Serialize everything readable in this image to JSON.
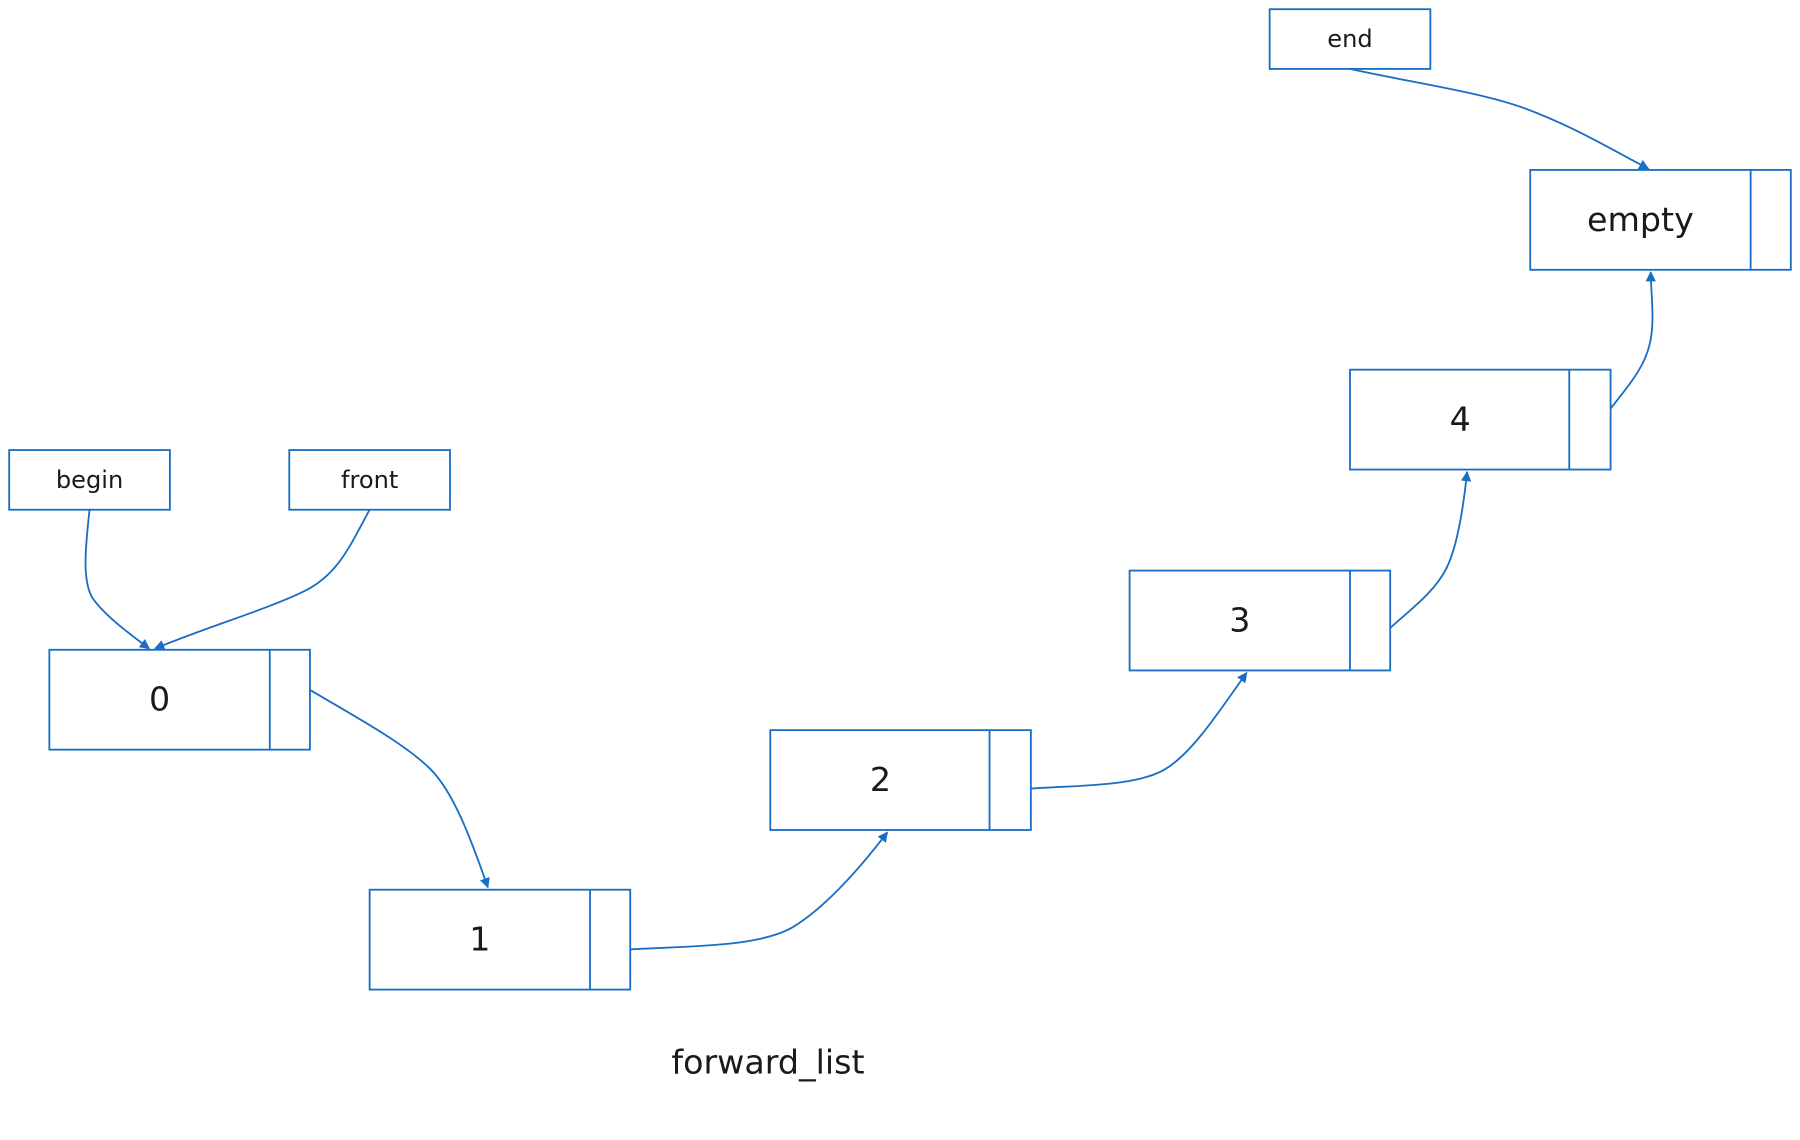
{
  "diagram": {
    "title": "forward_list",
    "pointers": {
      "begin": "begin",
      "front": "front",
      "end": "end"
    },
    "nodes": [
      "0",
      "1",
      "2",
      "3",
      "4",
      "empty"
    ],
    "edge_color": "#1a6fc4"
  }
}
